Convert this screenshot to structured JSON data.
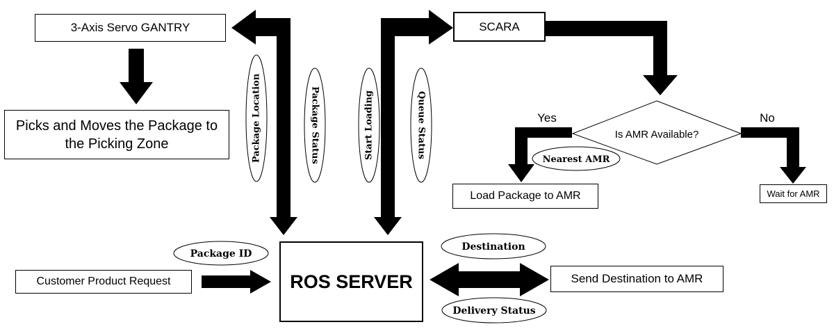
{
  "nodes": {
    "gantry": "3-Axis Servo GANTRY",
    "picks": "Picks and Moves the Package to the Picking Zone",
    "scara": "SCARA",
    "decision": "Is AMR Available?",
    "load": "Load Package to AMR",
    "wait": "Wait for AMR",
    "server": "ROS SERVER",
    "customer": "Customer Product Request",
    "send": "Send Destination to AMR"
  },
  "branches": {
    "yes": "Yes",
    "no": "No"
  },
  "ovals": {
    "package_location": "Package Location",
    "package_status": "Package Status",
    "start_loading": "Start Loading",
    "queue_status": "Queue Status",
    "nearest_amr": "Nearest AMR",
    "package_id": "Package ID",
    "destination": "Destination",
    "delivery_status": "Delivery Status"
  }
}
